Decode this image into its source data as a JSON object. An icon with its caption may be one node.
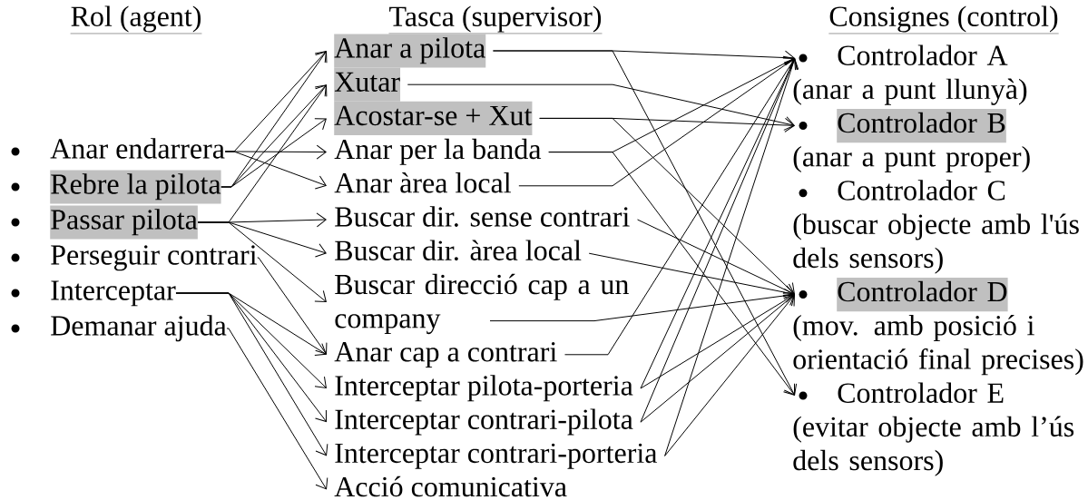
{
  "diagram": {
    "nodes": [
      {
        "text": [
          "Anar endarrera"
        ]
      },
      {
        "text": [
          "Rebre la pilota"
        ]
      },
      {
        "text": [
          "Passar pilota"
        ]
      },
      {
        "text": [
          "Perseguir contrari"
        ]
      },
      {
        "text": [
          "Interceptar"
        ]
      },
      {
        "text": [
          "Demanar ajuda"
        ]
      },
      {
        "text": [
          "Anar a pilota"
        ]
      },
      {
        "text": [
          "Xutar"
        ]
      },
      {
        "text": [
          "Acostar-se + Xut"
        ]
      },
      {
        "text": [
          "Anar per la banda"
        ]
      },
      {
        "text": [
          "Anar àrea local"
        ]
      },
      {
        "text": [
          "Buscar dir. sense contrari"
        ]
      },
      {
        "text": [
          "Buscar dir. àrea local"
        ]
      },
      {
        "text": [
          "Buscar direcció cap a un company"
        ]
      },
      {
        "text": [
          "Anar cap a contrari"
        ]
      },
      {
        "text": [
          "Interceptar pilota-porteria"
        ]
      },
      {
        "text": [
          "Interceptar contrari-pilota"
        ]
      },
      {
        "text": [
          "Interceptar contrari-porteria"
        ]
      },
      {
        "text": [
          "Acció comunicativa"
        ]
      },
      {
        "text": [
          "Controlador A",
          "(anar a punt llunyà)"
        ]
      },
      {
        "text": [
          "Controlador B",
          "(anar a punt proper)"
        ]
      },
      {
        "text": [
          "Controlador C",
          "(buscar objecte amb l'ús dels sensors)"
        ]
      },
      {
        "text": [
          "Controlador D",
          "(mov. amb posició i orientació final precises)"
        ]
      },
      {
        "text": [
          "Controlador E",
          "(evitar objecte amb l’ús dels sensors)"
        ]
      }
    ],
    "edges": [
      {
        "from": 0,
        "to": 6,
        "arrow": "to"
      },
      {
        "from": 0,
        "to": 9,
        "arrow": "to"
      },
      {
        "from": 0,
        "to": 10,
        "arrow": "to"
      },
      {
        "from": 1,
        "to": 6,
        "arrow": "to"
      },
      {
        "from": 1,
        "to": 7,
        "arrow": "to"
      },
      {
        "from": 1,
        "to": 8,
        "arrow": "to"
      },
      {
        "from": 2,
        "to": 7,
        "arrow": "to"
      },
      {
        "from": 2,
        "to": 11,
        "arrow": "to"
      },
      {
        "from": 2,
        "to": 12,
        "arrow": "to"
      },
      {
        "from": 2,
        "to": 13,
        "arrow": "to"
      },
      {
        "from": 3,
        "to": 14,
        "arrow": "to"
      },
      {
        "from": 4,
        "to": 14,
        "arrow": "to"
      },
      {
        "from": 4,
        "to": 15,
        "arrow": "to"
      },
      {
        "from": 4,
        "to": 16,
        "arrow": "to"
      },
      {
        "from": 4,
        "to": 17,
        "arrow": "to"
      },
      {
        "from": 5,
        "to": 18,
        "arrow": "to"
      },
      {
        "from": 6,
        "to": 19,
        "arrow": "to"
      },
      {
        "from": 6,
        "to": 23,
        "arrow": "to"
      },
      {
        "from": 7,
        "to": 20,
        "arrow": "to"
      },
      {
        "from": 8,
        "to": 20,
        "arrow": "to"
      },
      {
        "from": 8,
        "to": 22,
        "arrow": "to"
      },
      {
        "from": 9,
        "to": 19,
        "arrow": "to"
      },
      {
        "from": 9,
        "to": 23,
        "arrow": "to"
      },
      {
        "from": 10,
        "to": 19,
        "arrow": "to"
      },
      {
        "from": 11,
        "to": 22,
        "arrow": "to"
      },
      {
        "from": 12,
        "to": 22,
        "arrow": "to"
      },
      {
        "from": 13,
        "to": 22,
        "arrow": "to"
      },
      {
        "from": 14,
        "to": 19,
        "arrow": "to"
      },
      {
        "from": 15,
        "to": 19,
        "arrow": "to"
      },
      {
        "from": 15,
        "to": 22,
        "arrow": "to"
      },
      {
        "from": 16,
        "to": 19,
        "arrow": "to"
      },
      {
        "from": 16,
        "to": 22,
        "arrow": "to"
      },
      {
        "from": 17,
        "to": 19,
        "arrow": "to"
      },
      {
        "from": 17,
        "to": 22,
        "arrow": "to"
      }
    ],
    "labels": [
      "Rol (agent)",
      "Tasca (supervisor)",
      "Consignes (control)"
    ]
  }
}
